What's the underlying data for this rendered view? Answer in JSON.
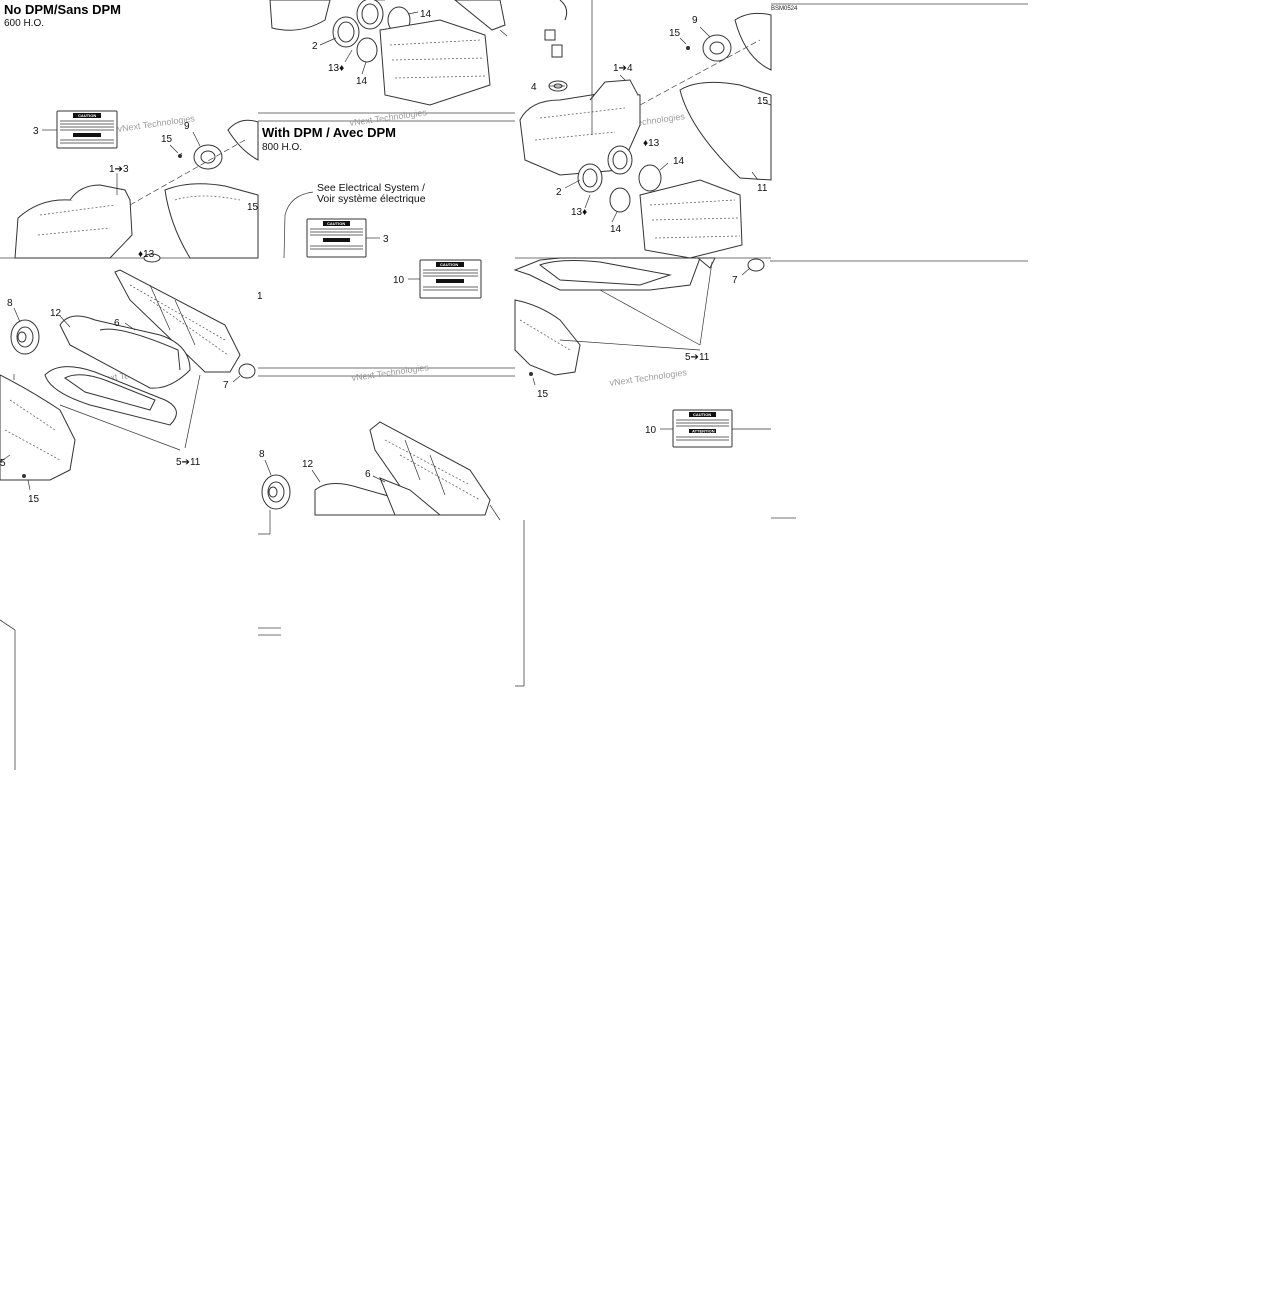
{
  "colors": {
    "ink": "#111111",
    "watermark": "#8c8c8c",
    "paper": "#ffffff"
  },
  "sections": [
    {
      "title": "No DPM/Sans DPM",
      "subtitle": "600 H.O."
    },
    {
      "title": "With DPM / Avec DPM",
      "subtitle": "800 H.O."
    }
  ],
  "reference": "BSM0524",
  "notes": {
    "electrical_line1": "See Electrical System /",
    "electrical_line2": "Voir système électrique"
  },
  "watermark": "vNext Technologies",
  "label_text": [
    "CAUTION",
    "ATTENTION"
  ],
  "callouts": [
    "3",
    "15",
    "9",
    "1➔3",
    "15",
    "♦13",
    "14",
    "2",
    "13♦",
    "14",
    "1",
    "8",
    "12",
    "6",
    "7",
    "5",
    "15",
    "5➔11",
    "15",
    "9",
    "1➔4",
    "4",
    "15",
    "♦13",
    "14",
    "2",
    "13♦",
    "14",
    "11",
    "7",
    "5➔11",
    "15",
    "10",
    "3",
    "10",
    "8",
    "12",
    "6"
  ]
}
